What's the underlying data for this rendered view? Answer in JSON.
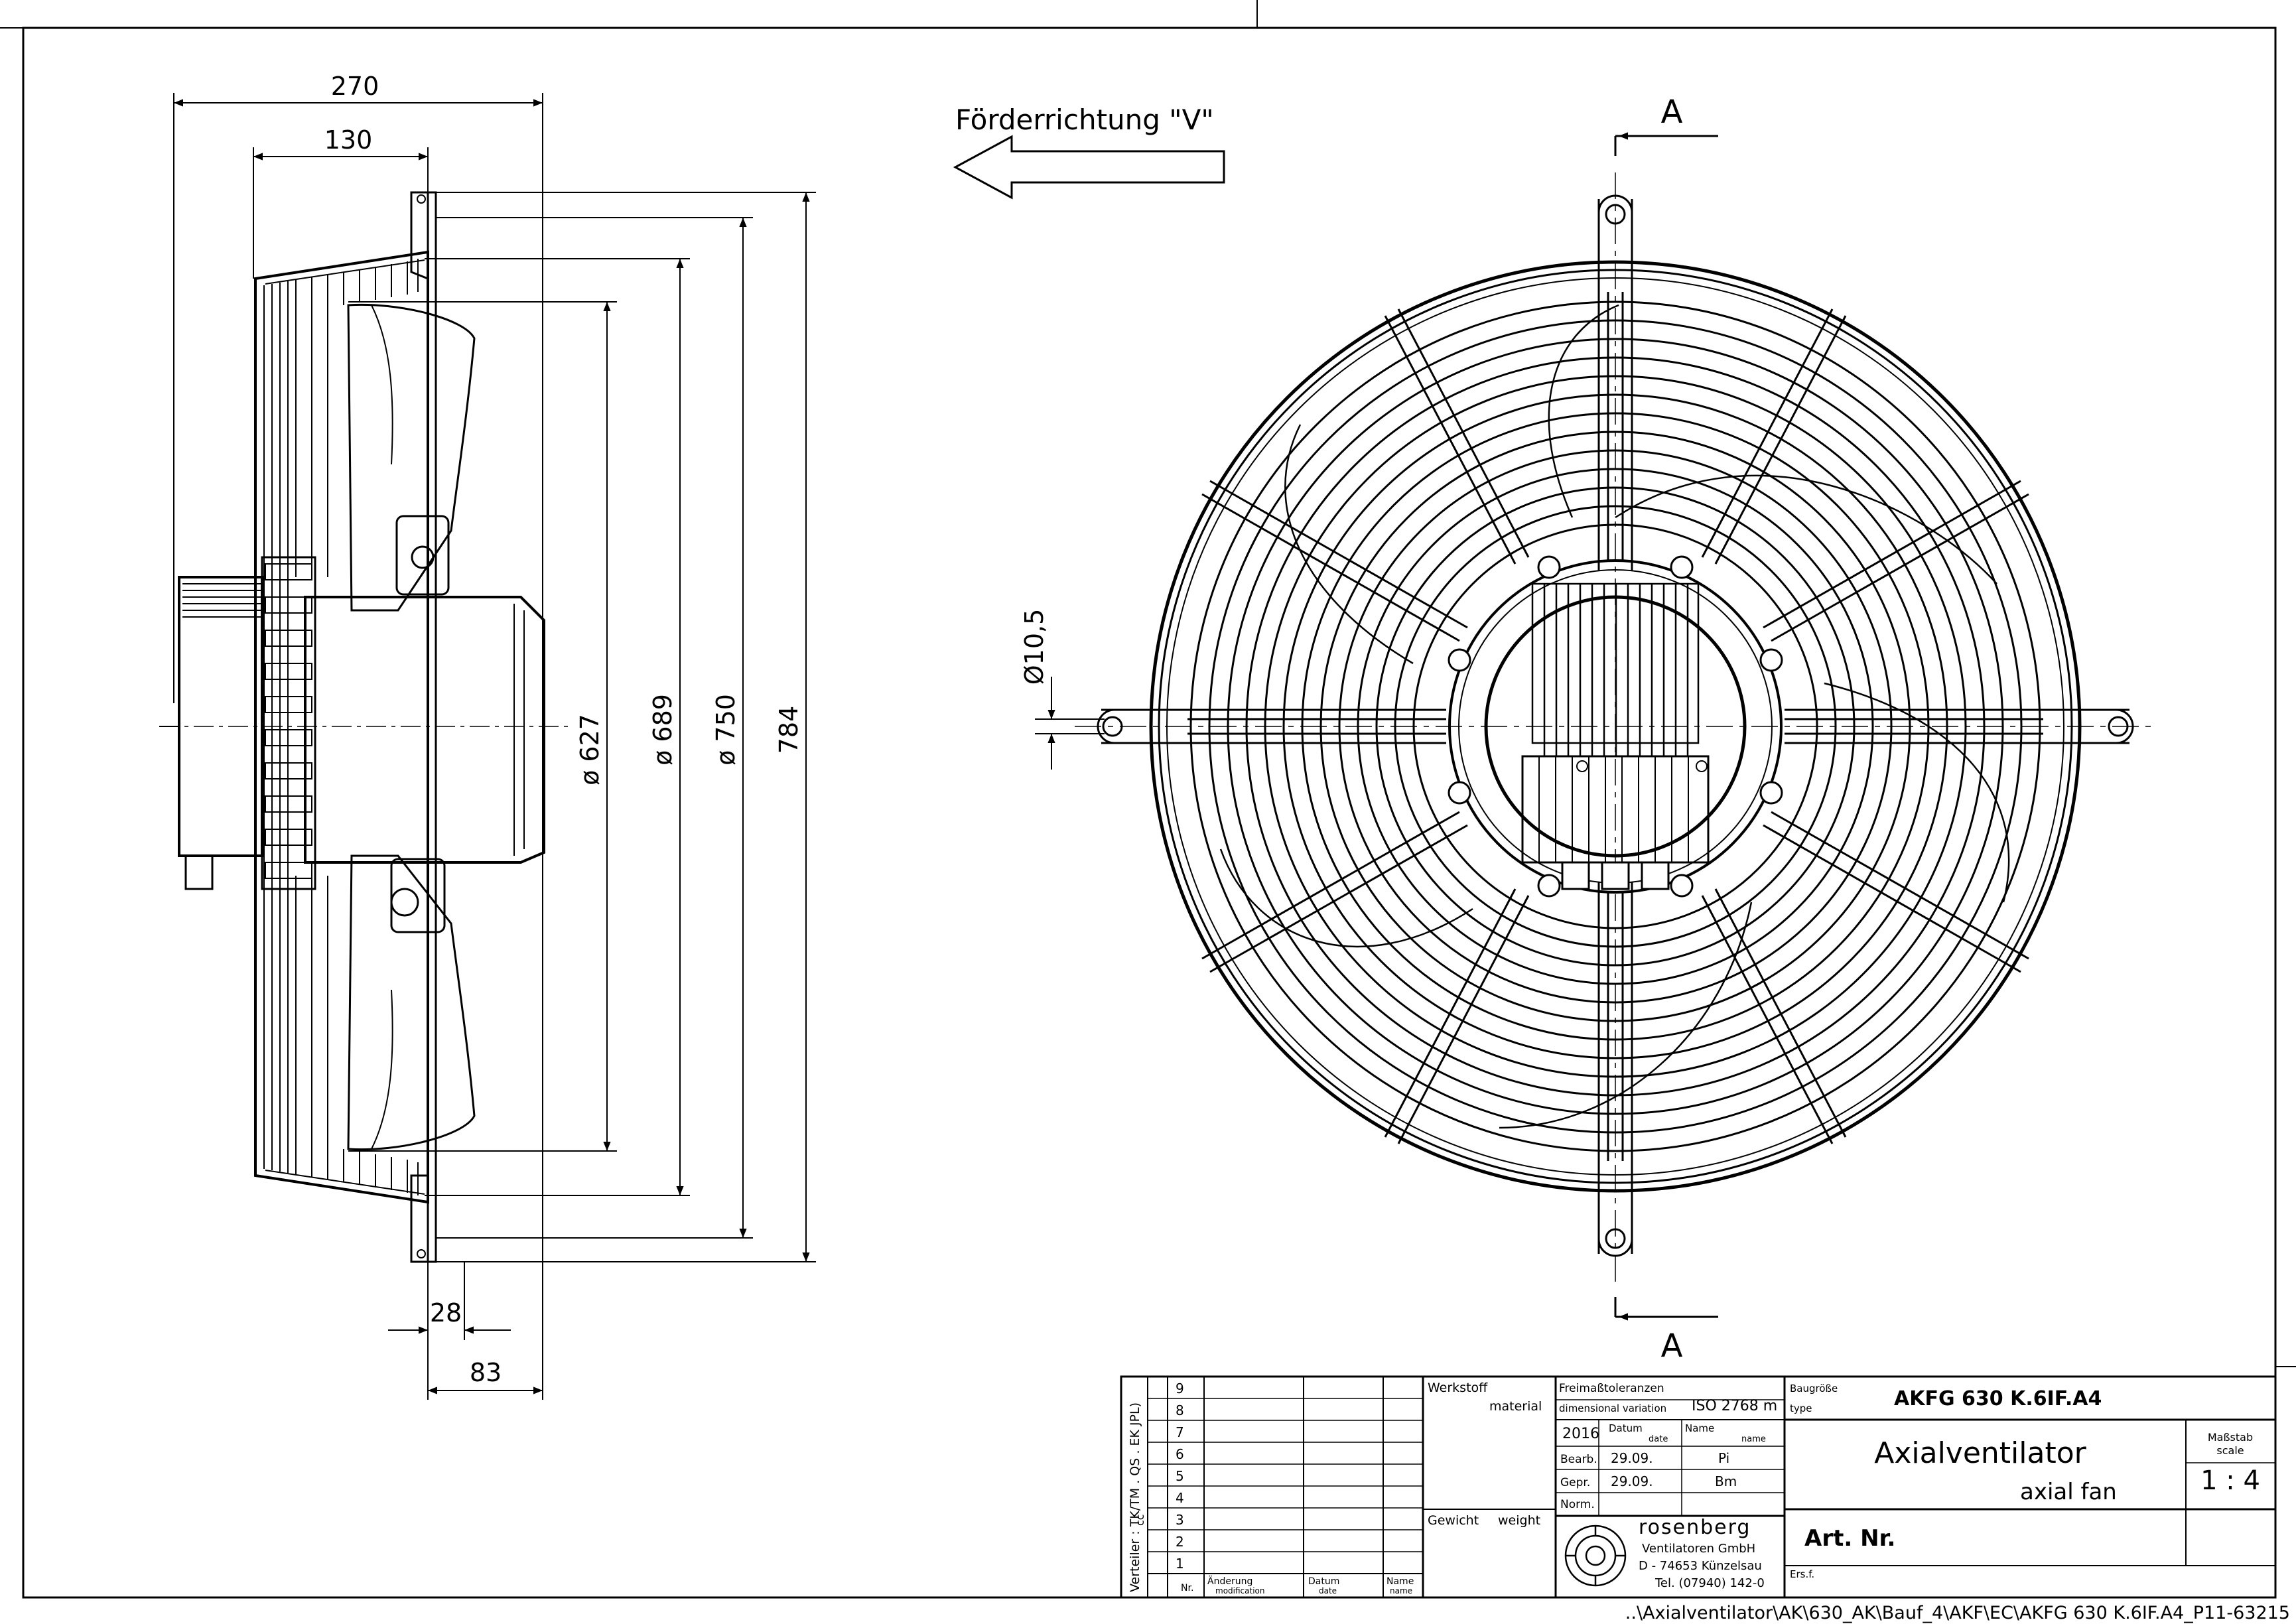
{
  "side_view": {
    "dims": {
      "d270": "270",
      "d130": "130",
      "d28": "28",
      "d83": "83",
      "d627": "ø 627",
      "d689": "ø 689",
      "d750": "ø 750",
      "d784": "784"
    }
  },
  "flow": {
    "label": "Förderrichtung \"V\""
  },
  "front_view": {
    "section_top": "A",
    "section_bottom": "A",
    "hole_dim": "Ø10,5"
  },
  "title_block": {
    "rev_rows": [
      "9",
      "8",
      "7",
      "6",
      "5",
      "4",
      "3",
      "2",
      "1"
    ],
    "rev_headers": {
      "nr": "Nr.",
      "change_de": "Änderung",
      "change_en": "modification",
      "date_de": "Datum",
      "date_en": "date",
      "name_de": "Name",
      "name_en": "name"
    },
    "verteiler": "Verteiler : TK/TM . QS . EK JPL)",
    "verteiler_cc": "cc",
    "werkstoff": "Werkstoff",
    "material": "material",
    "gewicht": "Gewicht",
    "weight": "weight",
    "tolerances_de": "Freimaßtoleranzen",
    "tolerances_en": "dimensional variation",
    "iso": "ISO 2768 m",
    "year": "2016",
    "datum": "Datum",
    "date": "date",
    "name_de": "Name",
    "name_en": "name",
    "bearb": "Bearb.",
    "bearb_date": "29.09.",
    "bearb_name": "Pi",
    "gepr": "Gepr.",
    "gepr_date": "29.09.",
    "gepr_name": "Bm",
    "norm": "Norm.",
    "company": "rosenberg",
    "company_line2": "Ventilatoren GmbH",
    "company_line3": "D - 74653 Künzelsau",
    "company_line4": "Tel. (07940) 142-0",
    "size_de": "Baugröße",
    "size_en": "type",
    "type_value": "AKFG 630 K.6IF.A4",
    "title_de": "Axialventilator",
    "title_en": "axial fan",
    "scale_de": "Maßstab",
    "scale_en": "scale",
    "scale_value": "1 : 4",
    "art_nr": "Art. Nr.",
    "ersf": "Ers.f."
  },
  "file_path": "..\\Axialventilator\\AK\\630_AK\\Bauf_4\\AKF\\EC\\AKFG 630 K.6IF.A4_P11-63215"
}
